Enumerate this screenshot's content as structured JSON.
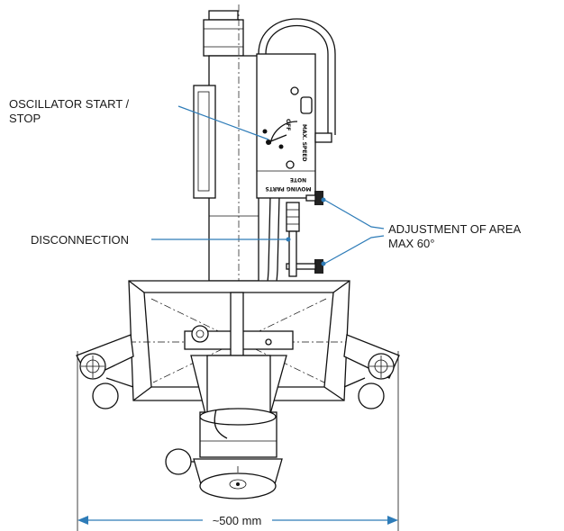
{
  "labels": {
    "oscillator_line1": "OSCILLATOR START /",
    "oscillator_line2": "STOP",
    "disconnection": "DISCONNECTION",
    "adjustment_line1": "ADJUSTMENT OF AREA",
    "adjustment_line2": "MAX 60°",
    "width": "~500 mm"
  },
  "panel": {
    "off": "OFF",
    "max_speed": "MAX. SPEED",
    "note": "NOTE",
    "moving_parts": "MOVING PARTS"
  },
  "colors": {
    "line": "#111111",
    "accent": "#2e7cb8",
    "text": "#1a1a1a"
  }
}
